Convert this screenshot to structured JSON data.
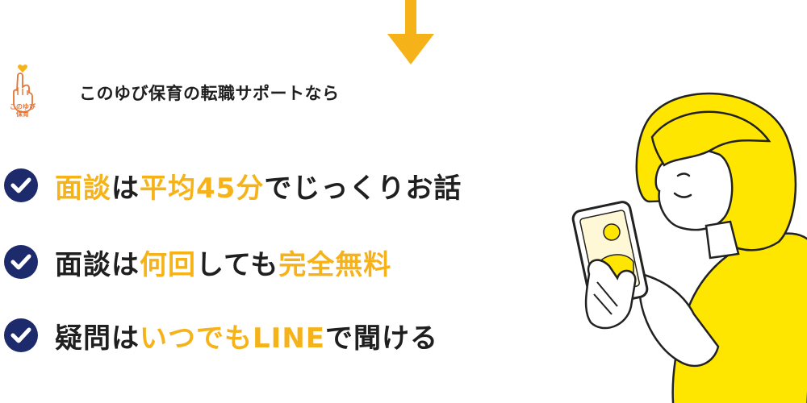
{
  "colors": {
    "accent": "#f6b219",
    "check": "#1d2a6b",
    "text": "#1f1f1f",
    "logo": "#e8722e"
  },
  "logo": {
    "icon": "pinky-promise-hand-icon",
    "text_line1": "このゆび",
    "text_line2": "保育"
  },
  "headline": "このゆび保育の転職サポートなら",
  "features": [
    {
      "parts": [
        "面談",
        "は",
        "平均45分",
        "でじっくりお話"
      ]
    },
    {
      "parts": [
        "面談は",
        "何回",
        "しても",
        "完全無料"
      ]
    },
    {
      "parts": [
        "疑問は",
        "いつでもLINE",
        "で聞ける"
      ]
    }
  ],
  "icons": {
    "arrow": "arrow-down-icon",
    "check": "check-circle-icon",
    "illustration": "woman-holding-smartphone-illustration"
  }
}
